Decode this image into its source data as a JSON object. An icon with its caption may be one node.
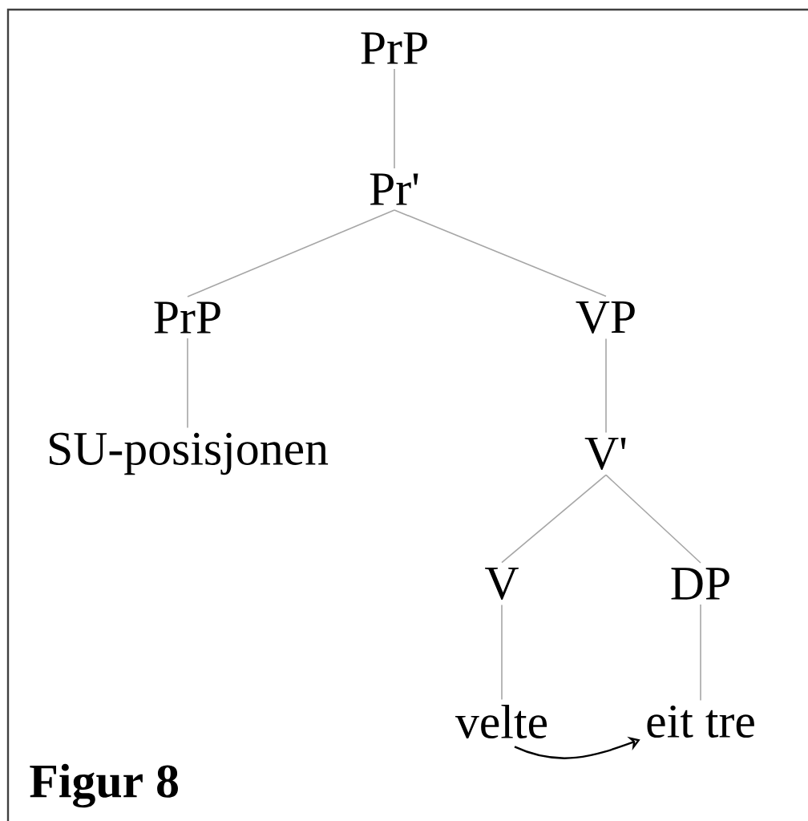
{
  "diagram": {
    "caption": "Figur 8",
    "nodes": [
      {
        "text": [
          "PrP"
        ]
      },
      {
        "text": [
          "Pr'"
        ]
      },
      {
        "text": [
          "PrP"
        ]
      },
      {
        "text": [
          "VP"
        ]
      },
      {
        "text": [
          "SU-posisjonen"
        ]
      },
      {
        "text": [
          "V'"
        ]
      },
      {
        "text": [
          "V"
        ]
      },
      {
        "text": [
          "DP"
        ]
      },
      {
        "text": [
          "velte"
        ]
      },
      {
        "text": [
          "eit tre"
        ]
      }
    ],
    "edges": [
      {
        "from": 0,
        "to": 1,
        "arrow": "none"
      },
      {
        "from": 1,
        "to": 2,
        "arrow": "none"
      },
      {
        "from": 1,
        "to": 3,
        "arrow": "none"
      },
      {
        "from": 2,
        "to": 4,
        "arrow": "none"
      },
      {
        "from": 3,
        "to": 5,
        "arrow": "none"
      },
      {
        "from": 5,
        "to": 6,
        "arrow": "none"
      },
      {
        "from": 5,
        "to": 7,
        "arrow": "none"
      },
      {
        "from": 6,
        "to": 8,
        "arrow": "none"
      },
      {
        "from": 7,
        "to": 9,
        "arrow": "none"
      },
      {
        "from": 8,
        "to": 9,
        "arrow": "to",
        "color": "#000000"
      }
    ]
  }
}
